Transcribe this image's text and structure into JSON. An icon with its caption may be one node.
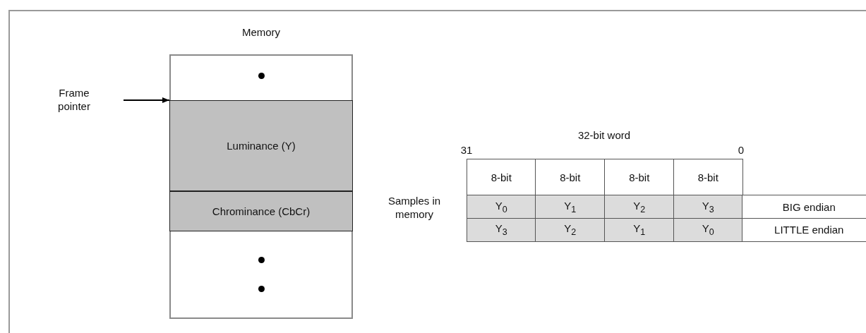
{
  "diagram": {
    "nodes": [
      {
        "text": [
          "Memory"
        ]
      },
      {
        "text": [
          "Frame pointer"
        ]
      },
      {
        "text": [
          "Luminance (Y)"
        ],
        "in": 0
      },
      {
        "text": [
          "Chrominance (CbCr)"
        ],
        "in": 0
      }
    ],
    "edges": [
      {
        "from": 1,
        "to": 2,
        "arrow": "to"
      }
    ],
    "labels": [
      "32-bit word",
      "31",
      "0",
      "8-bit",
      "8-bit",
      "8-bit",
      "8-bit",
      "Samples in memory",
      "Y$_{0}$",
      "Y$_{1}$",
      "Y$_{2}$",
      "Y$_{3}$",
      "BIG endian",
      "Y$_{3}$",
      "Y$_{2}$",
      "Y$_{1}$",
      "Y$_{0}$",
      "LITTLE endian"
    ]
  }
}
